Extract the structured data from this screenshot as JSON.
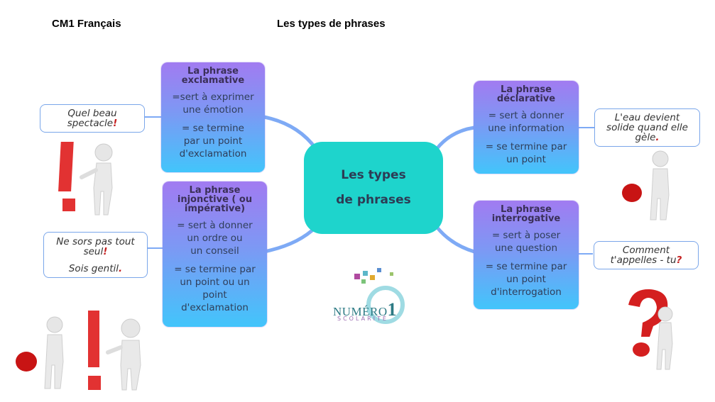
{
  "header": {
    "left_title": "CM1 Français",
    "center_title": "Les types de phrases"
  },
  "center_node": {
    "line1": "Les types",
    "line2": "de phrases",
    "color": "#1ed4cc"
  },
  "nodes": [
    {
      "id": "exclamative",
      "title": "La phrase\nexclamative",
      "def1": "=sert à exprimer\nune émotion",
      "def2": "= se termine\npar un point\nd'exclamation",
      "example": {
        "text": "Quel beau\nspectacle",
        "punct": "!"
      }
    },
    {
      "id": "injonctive",
      "title": "La phrase\ninjonctive ( ou\nimpérative)",
      "def1": "= sert à donner\nun ordre ou\nun conseil",
      "def2": "= se termine par\nun point ou un\npoint\nd'exclamation",
      "example": {
        "text1": "Ne sors pas tout\nseul",
        "punct1": "!",
        "text2": "Sois gentil",
        "punct2": "."
      }
    },
    {
      "id": "declarative",
      "title": "La phrase\ndéclarative",
      "def1": "= sert à donner\nune information",
      "def2": "= se termine par\nun point",
      "example": {
        "text": "L'eau devient\nsolide quand elle\ngèle",
        "punct": "."
      }
    },
    {
      "id": "interrogative",
      "title": "La phrase\ninterrogative",
      "def1": "= sert à poser\nune question",
      "def2": "= se termine par\nun point\nd'interrogation",
      "example": {
        "text": "Comment\nt'appelles - tu",
        "punct": "?"
      }
    }
  ],
  "logo": {
    "line1": "NUMÉRO",
    "digit": "1",
    "line2": "SCOLARITÉ"
  },
  "colors": {
    "card_top": "#a17bf1",
    "card_bottom": "#42c5fb",
    "connector": "#7eaaf5",
    "punct_red": "#c41e1e"
  }
}
